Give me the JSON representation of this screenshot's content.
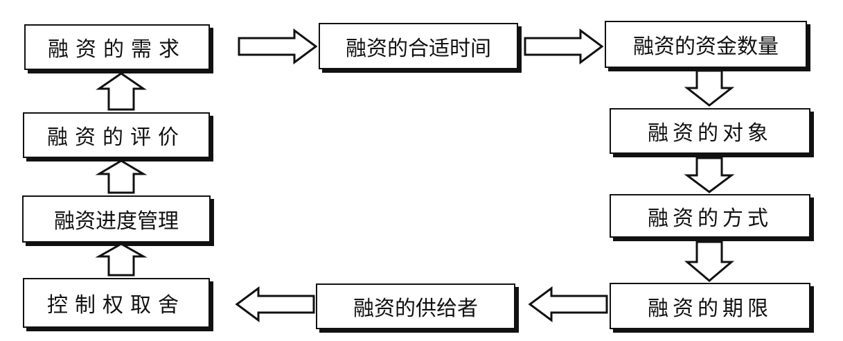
{
  "boxes": {
    "financing_demand": "融资的需求",
    "timing": "融资的合适时间",
    "amount": "融资的资金数量",
    "target": "融资的对象",
    "method": "融资的方式",
    "term": "融资的期限",
    "supplier": "融资的供给者",
    "control": "控制权取舍",
    "progress": "融资进度管理",
    "evaluation": "融资的评价"
  },
  "colors": {
    "ink": "#111111",
    "background": "#ffffff"
  }
}
